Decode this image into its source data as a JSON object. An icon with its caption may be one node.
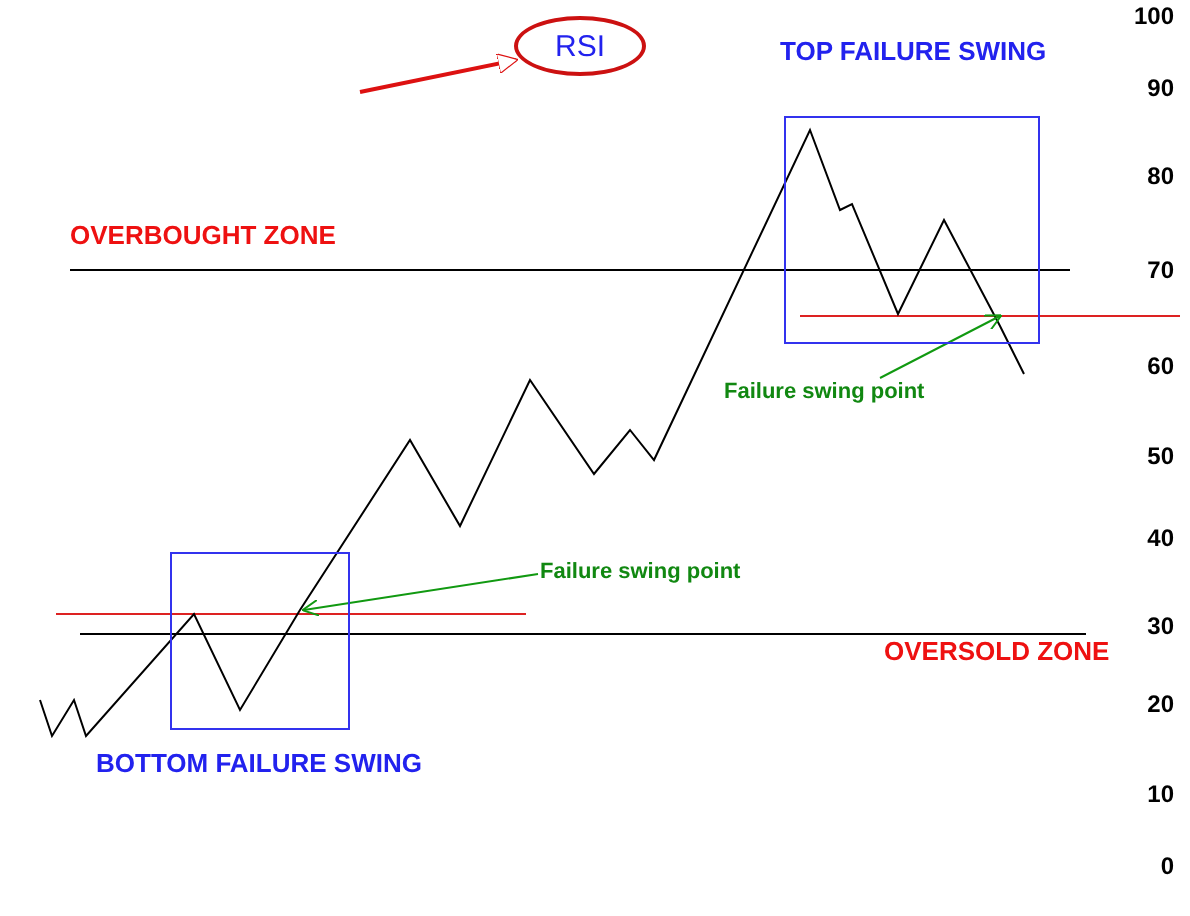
{
  "diagram": {
    "nodes": [
      {
        "text": [
          "RSI"
        ]
      },
      {
        "text": [
          "TOP FAILURE SWING"
        ]
      },
      {
        "text": [
          "Failure swing point"
        ]
      },
      {
        "text": [
          "BOTTOM FAILURE SWING"
        ]
      },
      {
        "text": [
          "Failure swing point"
        ]
      }
    ],
    "edges": [
      {
        "from": null,
        "to": 0,
        "arrow": "to",
        "color": "#dd1111"
      },
      {
        "from": 2,
        "to": 1,
        "arrow": "to"
      },
      {
        "from": 4,
        "to": 3,
        "arrow": "to"
      }
    ],
    "labels": [
      "100",
      "90",
      "80",
      "OVERBOUGHT ZONE",
      "70",
      "60",
      "50",
      "40",
      "30",
      "OVERSOLD ZONE",
      "20",
      "10",
      "0"
    ]
  }
}
